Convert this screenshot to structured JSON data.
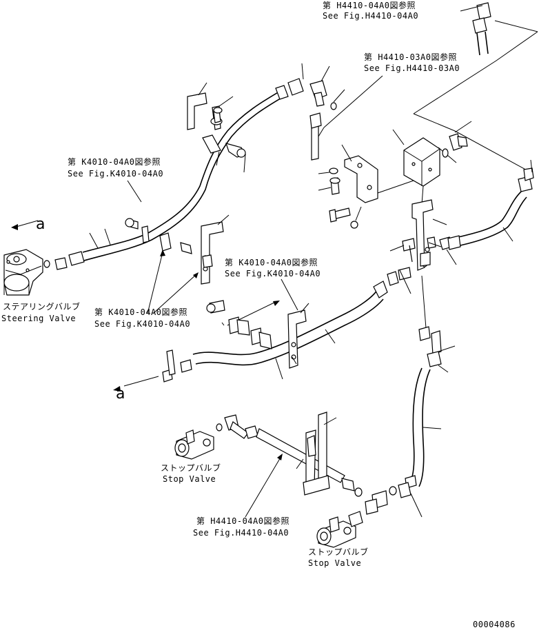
{
  "refs": {
    "h441004_jp_top": "第 H4410-04A0図参照",
    "h441004_en_top": "See Fig.H4410-04A0",
    "h441003_jp": "第 H4410-03A0図参照",
    "h441003_en": "See Fig.H4410-03A0",
    "k401004_jp_a": "第 K4010-04A0図参照",
    "k401004_en_a": "See Fig.K4010-04A0",
    "k401004_jp_b": "第 K4010-04A0図参照",
    "k401004_en_b": "See Fig.K4010-04A0",
    "k401004_jp_c": "第 K4010-04A0図参照",
    "k401004_en_c": "See Fig.K4010-04A0",
    "h441004_jp_bottom": "第 H4410-04A0図参照",
    "h441004_en_bottom": "See Fig.H4410-04A0"
  },
  "components": {
    "steering_jp": "ステアリングバルブ",
    "steering_en": "Steering Valve",
    "stop1_jp": "ストップバルブ",
    "stop1_en": "Stop Valve",
    "stop2_jp": "ストップバルブ",
    "stop2_en": "Stop Valve"
  },
  "markers": {
    "a_top": "a",
    "a_bottom": "a"
  },
  "drawing_number": "00004086"
}
